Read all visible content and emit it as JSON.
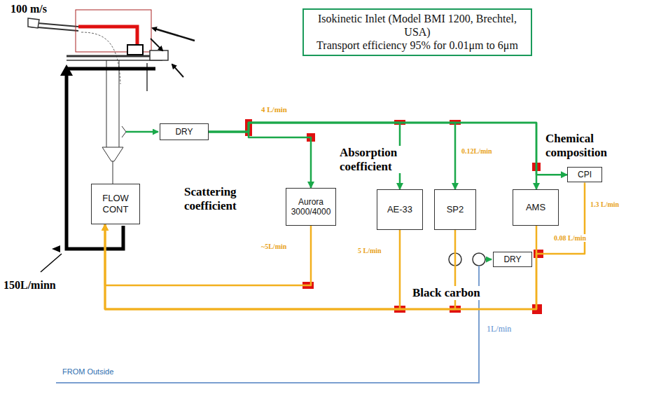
{
  "diagram": {
    "nodes": [
      {
        "text": [
          "Isokinetic Inlet (Model BMI 1200, Brechtel, USA)",
          "Transport efficiency 95% for 0.01μm to 6μm"
        ]
      },
      {
        "text": [
          "DRY"
        ]
      },
      {
        "text": [
          "FLOW CONT"
        ]
      },
      {
        "text": [
          "Aurora 3000/4000"
        ]
      },
      {
        "text": [
          "AE-33"
        ]
      },
      {
        "text": [
          "SP2"
        ]
      },
      {
        "text": [
          "AMS"
        ]
      },
      {
        "text": [
          "CPI"
        ]
      },
      {
        "text": [
          "DRY"
        ]
      }
    ],
    "edges": [
      {
        "from": 1,
        "to": 3,
        "arrow": "to"
      },
      {
        "from": 1,
        "to": 4,
        "arrow": "to"
      },
      {
        "from": 1,
        "to": 5,
        "arrow": "to"
      },
      {
        "from": 1,
        "to": 6,
        "arrow": "to"
      },
      {
        "from": 1,
        "to": 7,
        "arrow": "to"
      },
      {
        "from": 3,
        "to": 2,
        "arrow": "to"
      },
      {
        "from": 4,
        "to": 2,
        "arrow": "to"
      },
      {
        "from": 5,
        "to": 2,
        "arrow": "to"
      },
      {
        "from": 6,
        "to": 2,
        "arrow": "to"
      },
      {
        "from": 7,
        "to": 2,
        "arrow": "to"
      }
    ],
    "labels": [
      "100 m/s",
      "Scattering coefficient",
      "Absorption coefficient",
      "Chemical composition",
      "Black carbon",
      "150L/minn",
      "FROM Outside",
      "4 L/min",
      "~5L/min",
      "5 L/min",
      "0.12L/min",
      "1.3 L/min",
      "0.08 L/min",
      "1L/min"
    ]
  }
}
